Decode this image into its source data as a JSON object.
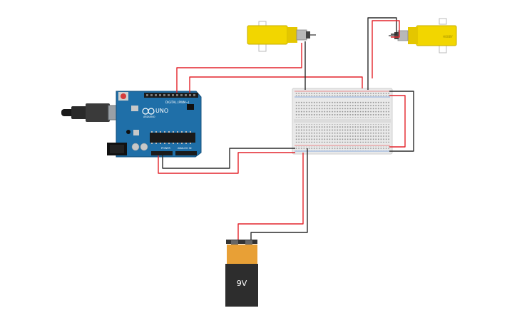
{
  "components": {
    "arduino": {
      "board_label": "UNO",
      "brand_label": "ARDUINO",
      "digital_header_label": "DIGITAL (PWM~)",
      "power_header_label": "POWER",
      "analog_header_label": "ANALOG IN",
      "board_color": "#1f6fa8"
    },
    "motor_left": {
      "body_color": "#f2d600"
    },
    "motor_right": {
      "body_color": "#f2d600",
      "body_text": "HOBBY"
    },
    "breadboard": {
      "color": "#e9e9e9"
    },
    "battery": {
      "label": "9V",
      "cap_color": "#e8a036",
      "body_color": "#2d2d2d"
    }
  },
  "wire_colors": {
    "red": "#e3242b",
    "black": "#2b2b2b"
  },
  "icons": [
    "usb-cable-icon",
    "arduino-infinity-logo-icon",
    "reset-button-icon",
    "dc-jack-icon"
  ]
}
